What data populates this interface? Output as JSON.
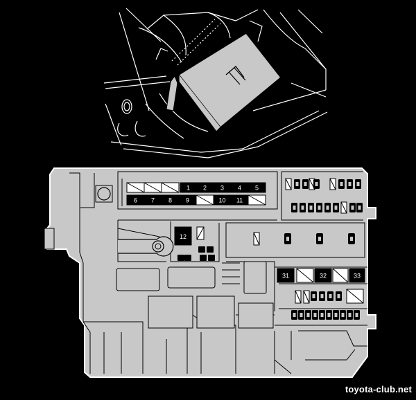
{
  "watermark": "toyota-club.net",
  "colors": {
    "background": "#000000",
    "line_art": "#ffffff",
    "box_fill": "#c8c8c8",
    "fuse_dark": "#000000",
    "fuse_light": "#ffffff"
  },
  "fuse_labels": {
    "row1": [
      "1",
      "2",
      "3",
      "4",
      "5"
    ],
    "row2": [
      "6",
      "7",
      "8",
      "9",
      "10",
      "11"
    ],
    "relay_12": "12",
    "relay_31": "31",
    "relay_32": "32",
    "relay_33": "33"
  }
}
